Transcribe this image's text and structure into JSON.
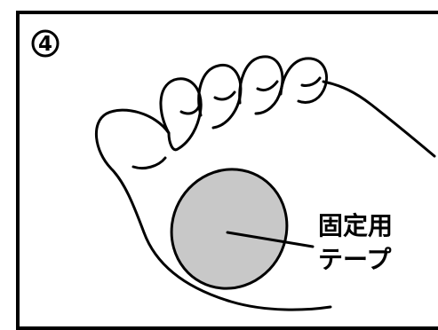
{
  "step": {
    "number": "4"
  },
  "callout": {
    "line1": "固定用",
    "line2": "テープ"
  },
  "colors": {
    "outline": "#000000",
    "tape_fill": "#c8c8c8",
    "background": "#ffffff"
  }
}
